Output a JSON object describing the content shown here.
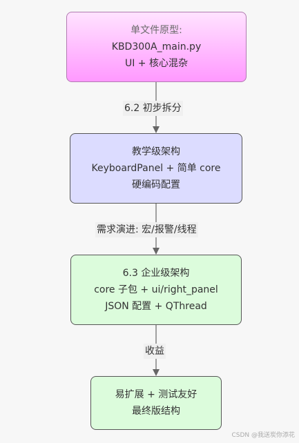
{
  "nodes": [
    {
      "lines": [
        "单文件原型:",
        "KBD300A_main.py",
        "UI + 核心混杂"
      ]
    },
    {
      "lines": [
        "教学级架构",
        "KeyboardPanel + 简单 core",
        "硬编码配置"
      ]
    },
    {
      "lines": [
        "6.3 企业级架构",
        "core 子包 + ui/right_panel",
        "JSON 配置 + QThread"
      ]
    },
    {
      "lines": [
        "易扩展 + 测试友好",
        "最终版结构"
      ]
    }
  ],
  "edges": [
    {
      "label": "6.2 初步拆分"
    },
    {
      "label": "需求演进: 宏/报警/线程"
    },
    {
      "label": "收益"
    }
  ],
  "watermark": "CSDN @我送炭你添花",
  "colors": {
    "node1_fill": "#ff99ff",
    "node2_fill": "#dcdcff",
    "node3_fill": "#dcfcdc",
    "node4_fill": "#dcfcdc",
    "edge": "#666666"
  }
}
